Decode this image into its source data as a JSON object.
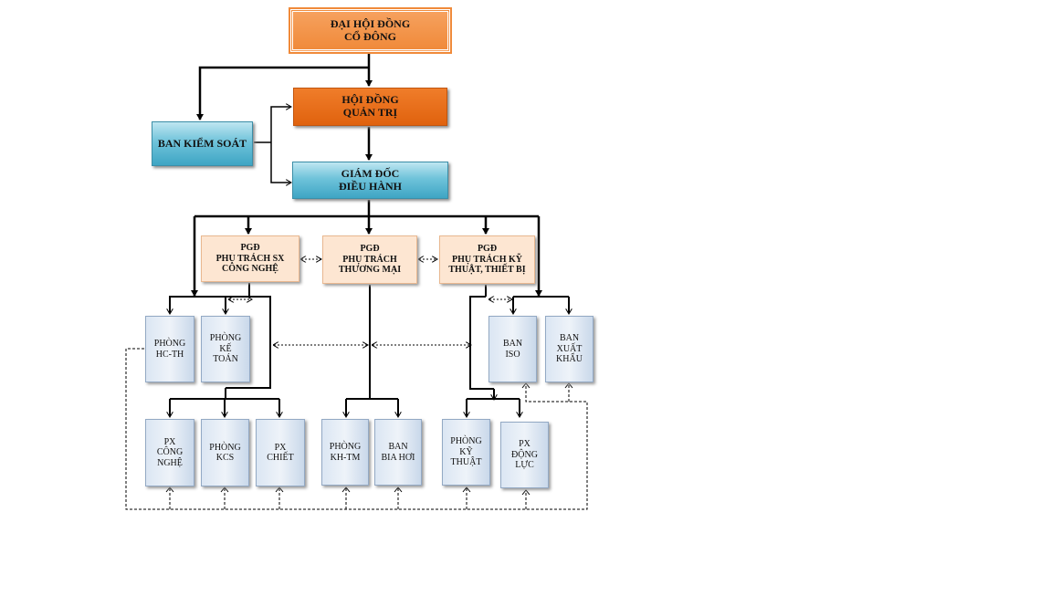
{
  "top": {
    "line1": "ĐẠI HỘI ĐỒNG",
    "line2": "CỔ ĐÔNG"
  },
  "board": {
    "line1": "HỘI ĐỒNG",
    "line2": "QUẢN TRỊ"
  },
  "supervisory": {
    "line1": "BAN KIỂM  SOÁT"
  },
  "director": {
    "line1": "GIÁM ĐỐC",
    "line2": "ĐIỀU HÀNH"
  },
  "deputy_production": {
    "line1": "PGĐ",
    "line2": "PHỤ TRÁCH SX",
    "line3": "CÔNG NGHỆ"
  },
  "deputy_commerce": {
    "line1": "PGĐ",
    "line2": "PHỤ TRÁCH",
    "line3": "THƯƠNG MẠI"
  },
  "deputy_technical": {
    "line1": "PGĐ",
    "line2": "PHỤ TRÁCH KỸ",
    "line3": "THUẬT, THIẾT BỊ"
  },
  "units": {
    "admin": {
      "line1": "PHÒNG",
      "line2": "HC-TH"
    },
    "accounting": {
      "line1": "PHÒNG",
      "line2": "KẾ",
      "line3": "TOÁN"
    },
    "iso": {
      "line1": "BAN",
      "line2": "ISO"
    },
    "export": {
      "line1": "BAN",
      "line2": "XUẤT",
      "line3": "KHẨU"
    },
    "px_technology": {
      "line1": "PX",
      "line2": "CÔNG",
      "line3": "NGHỆ"
    },
    "kcs": {
      "line1": "PHÒNG",
      "line2": "KCS"
    },
    "px_bottling": {
      "line1": "PX",
      "line2": "CHIẾT"
    },
    "planning": {
      "line1": "PHÒNG",
      "line2": "KH-TM"
    },
    "draft_beer": {
      "line1": "BAN",
      "line2": "BIA HƠI"
    },
    "technical": {
      "line1": "PHÒNG",
      "line2": "KỸ",
      "line3": "THUẬT"
    },
    "px_power": {
      "line1": "PX",
      "line2": "ĐỘNG",
      "line3": "LỰC"
    }
  },
  "colors": {
    "top_fill": "#f5954b",
    "board_fill": "#e8711d",
    "blue_fill": "#5fb8d3",
    "deputy_fill": "#fde6d2",
    "unit_fill": "#dfe8f4",
    "line": "#000000"
  }
}
